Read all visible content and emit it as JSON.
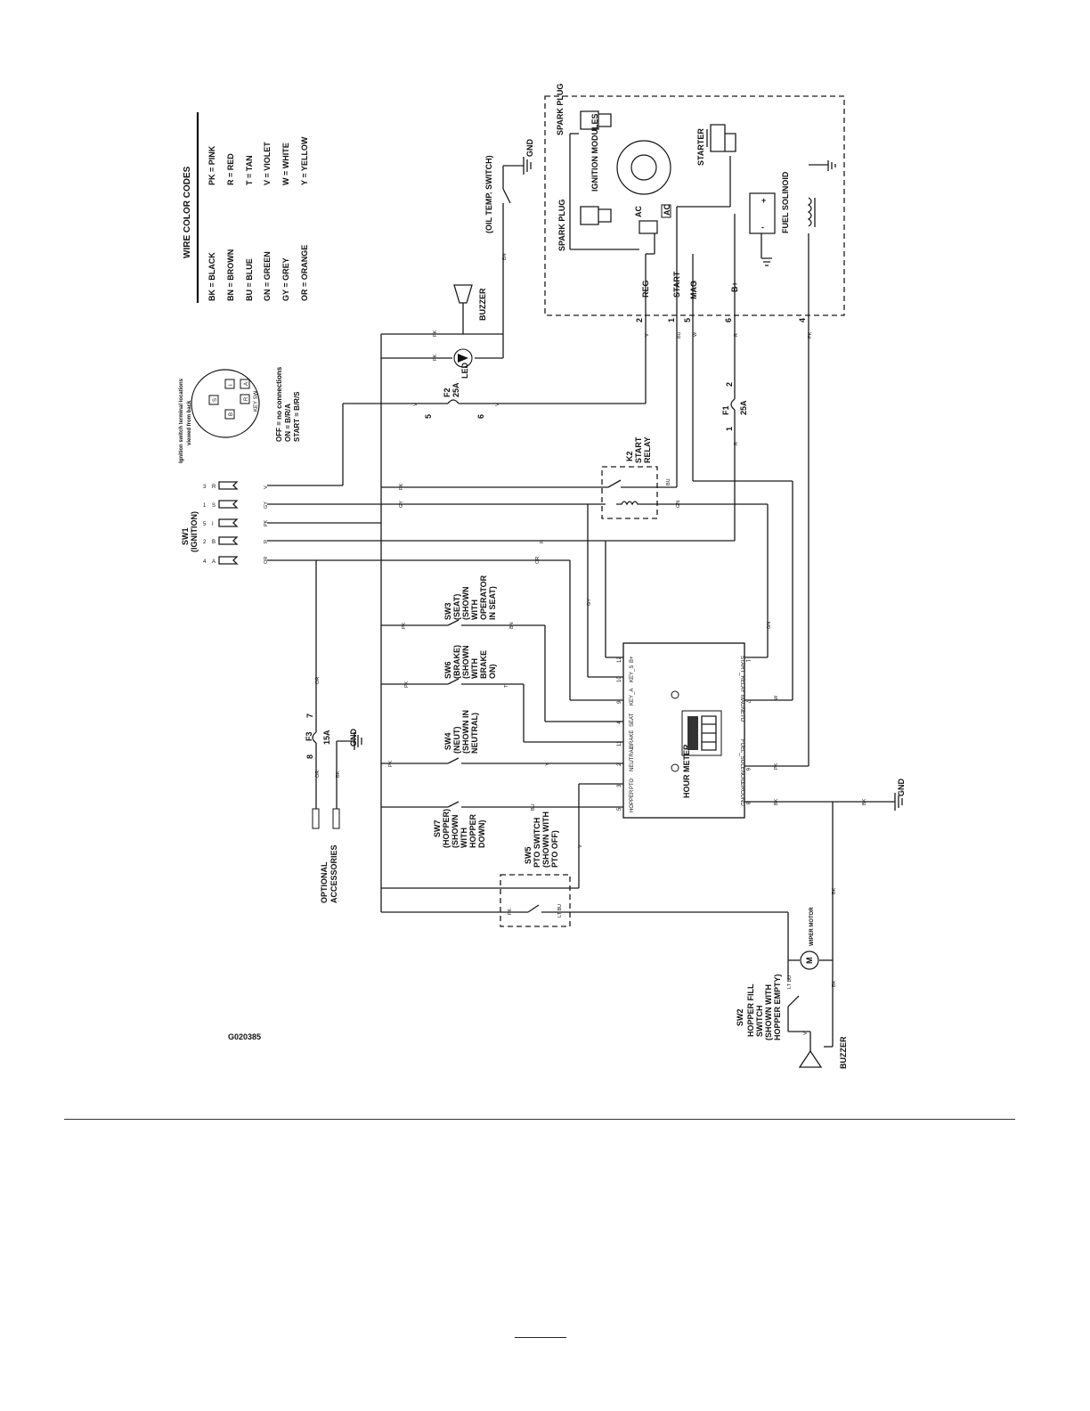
{
  "figure_id": "G020385",
  "wire_color_codes": {
    "title": "WIRE COLOR CODES",
    "left": [
      "BK  =  BLACK",
      "BN  =  BROWN",
      "BU  =  BLUE",
      "GN  =  GREEN",
      "GY  =  GREY",
      "OR  =  ORANGE"
    ],
    "right": [
      "PK  =  PINK",
      "R  =  RED",
      "T  =  TAN",
      "V  =  VIOLET",
      "W  =  WHITE",
      "Y  =  YELLOW"
    ]
  },
  "ignition_legend": {
    "title_line1": "Ignition switch terminal locations",
    "title_line2": "viewed from back",
    "terminals": [
      "S",
      "I",
      "B",
      "R",
      "A"
    ],
    "key_label": "KEY SW",
    "states": [
      "OFF  =  no connections",
      "ON  =  B/R/A",
      "START  =  B/R/S"
    ]
  },
  "sw1": {
    "name": "SW1",
    "desc": "(IGNITION)",
    "pins": [
      {
        "num": "3",
        "letter": "R",
        "wire": "V"
      },
      {
        "num": "1",
        "letter": "S",
        "wire": "GY"
      },
      {
        "num": "5",
        "letter": "I",
        "wire": "PK"
      },
      {
        "num": "2",
        "letter": "B",
        "wire": "R"
      },
      {
        "num": "4",
        "letter": "A",
        "wire": "OR"
      }
    ]
  },
  "engine": {
    "spark_plug_1": "SPARK PLUG",
    "spark_plug_2": "SPARK PLUG",
    "ignition_modules": "IGNITION MODULES",
    "ac_1": "AC",
    "ac_2": "AC",
    "starter": "STARTER",
    "fuel_solenoid": "FUEL SOLINOID",
    "terminals": [
      {
        "name": "REG",
        "num": "2",
        "wire": "V"
      },
      {
        "name": "START",
        "num": "1",
        "wire": "BU"
      },
      {
        "name": "MAG",
        "num": "5",
        "wire": "W"
      },
      {
        "name": "B+",
        "num": "6",
        "wire": "R"
      },
      {
        "name": "",
        "num": "4",
        "wire": "PK"
      }
    ]
  },
  "oil_temp_switch": "(OIL TEMP. SWITCH)",
  "gnd_label": "GND",
  "buzzer_label": "BUZZER",
  "led_label": "LED",
  "fuses": {
    "f1": {
      "name": "F1",
      "rating": "25A",
      "pin_a": "1",
      "pin_b": "2"
    },
    "f2": {
      "name": "F2",
      "rating": "25A",
      "pin_a": "5",
      "pin_b": "6"
    },
    "f3": {
      "name": "F3",
      "rating": "15A",
      "pin_a": "8",
      "pin_b": "7"
    }
  },
  "k2": {
    "name": "K2",
    "line2": "START",
    "line3": "RELAY"
  },
  "switches": {
    "sw3": [
      "SW3",
      "(SEAT)",
      "(SHOWN",
      "WITH",
      "OPERATOR",
      "IN SEAT)"
    ],
    "sw6": [
      "SW6",
      "(BRAKE)",
      "(SHOWN",
      "WITH",
      "BRAKE",
      "ON)"
    ],
    "sw4": [
      "SW4",
      "(NEUT)",
      "(SHOWN IN",
      "NEUTRAL)"
    ],
    "sw7": [
      "SW7",
      "(HOPPER)",
      "(SHOWN",
      "WITH",
      "HOPPER",
      "DOWN)"
    ],
    "sw5": [
      "SW5",
      "PTO SWITCH",
      "(SHOWN WITH",
      "PTO OFF)"
    ],
    "sw2": [
      "SW2",
      "HOPPER FILL",
      "SWITCH",
      "(SHOWN WITH",
      "HOPPER EMPTY)"
    ]
  },
  "optional_accessories": [
    "OPTIONAL",
    "ACCESSORIES"
  ],
  "hour_meter": {
    "title": "HOUR METER",
    "left_pins": [
      {
        "num": "12",
        "label": "B+"
      },
      {
        "num": "10",
        "label": "KEY_S"
      },
      {
        "num": "9",
        "label": "KEY_A"
      },
      {
        "num": "4",
        "label": "SEAT"
      },
      {
        "num": "11",
        "label": "BRAKE"
      },
      {
        "num": "2",
        "label": "NEUTRAL"
      },
      {
        "num": "3",
        "label": "PTO"
      },
      {
        "num": "5",
        "label": "HOPPER"
      }
    ],
    "right_pins": [
      {
        "num": "1",
        "label": "START_RELAY"
      },
      {
        "num": "7",
        "label": "MAGNETO"
      },
      {
        "num": "6",
        "label": "FUEL_SOLENOID"
      },
      {
        "num": "8",
        "label": "GROUND"
      }
    ]
  },
  "wiper_motor": {
    "symbol": "M",
    "label": "WIPER MOTOR"
  },
  "wire_labels": {
    "pk": "PK",
    "v": "V",
    "gy": "GY",
    "r": "R",
    "or": "OR",
    "bn": "BN",
    "bu": "BU",
    "gn": "GN",
    "w": "W",
    "bk": "BK",
    "y": "Y",
    "t": "T",
    "ltbu": "LT BU"
  }
}
